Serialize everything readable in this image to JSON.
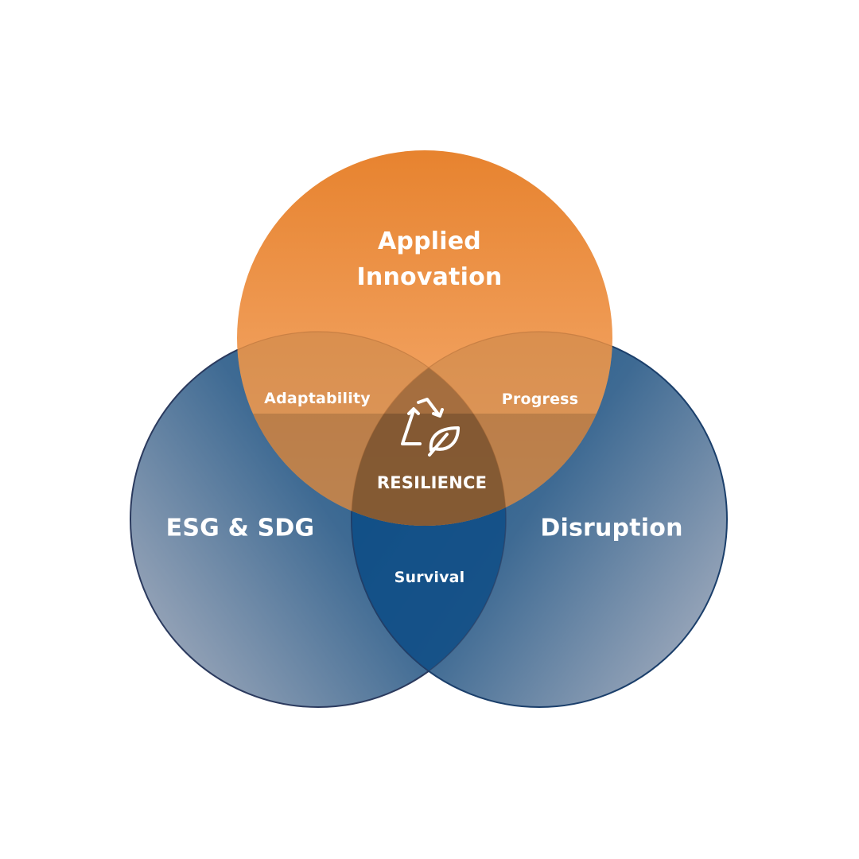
{
  "diagram": {
    "type": "venn",
    "circles": [
      {
        "id": "top",
        "label_line1": "Applied",
        "label_line2": "Innovation",
        "color_top": "#E88534",
        "color_bottom": "#F5AA6B"
      },
      {
        "id": "left",
        "label": "ESG & SDG",
        "color_dark": "#1F5C8E",
        "color_light": "#A4ADBF"
      },
      {
        "id": "right",
        "label": "Disruption",
        "color_dark": "#1F5C8E",
        "color_light": "#A4ADBF"
      }
    ],
    "intersections": {
      "top_left": "Adaptability",
      "top_right": "Progress",
      "left_right": "Survival",
      "center": "RESILIENCE"
    },
    "center_icon": "recycle-leaf-icon"
  }
}
